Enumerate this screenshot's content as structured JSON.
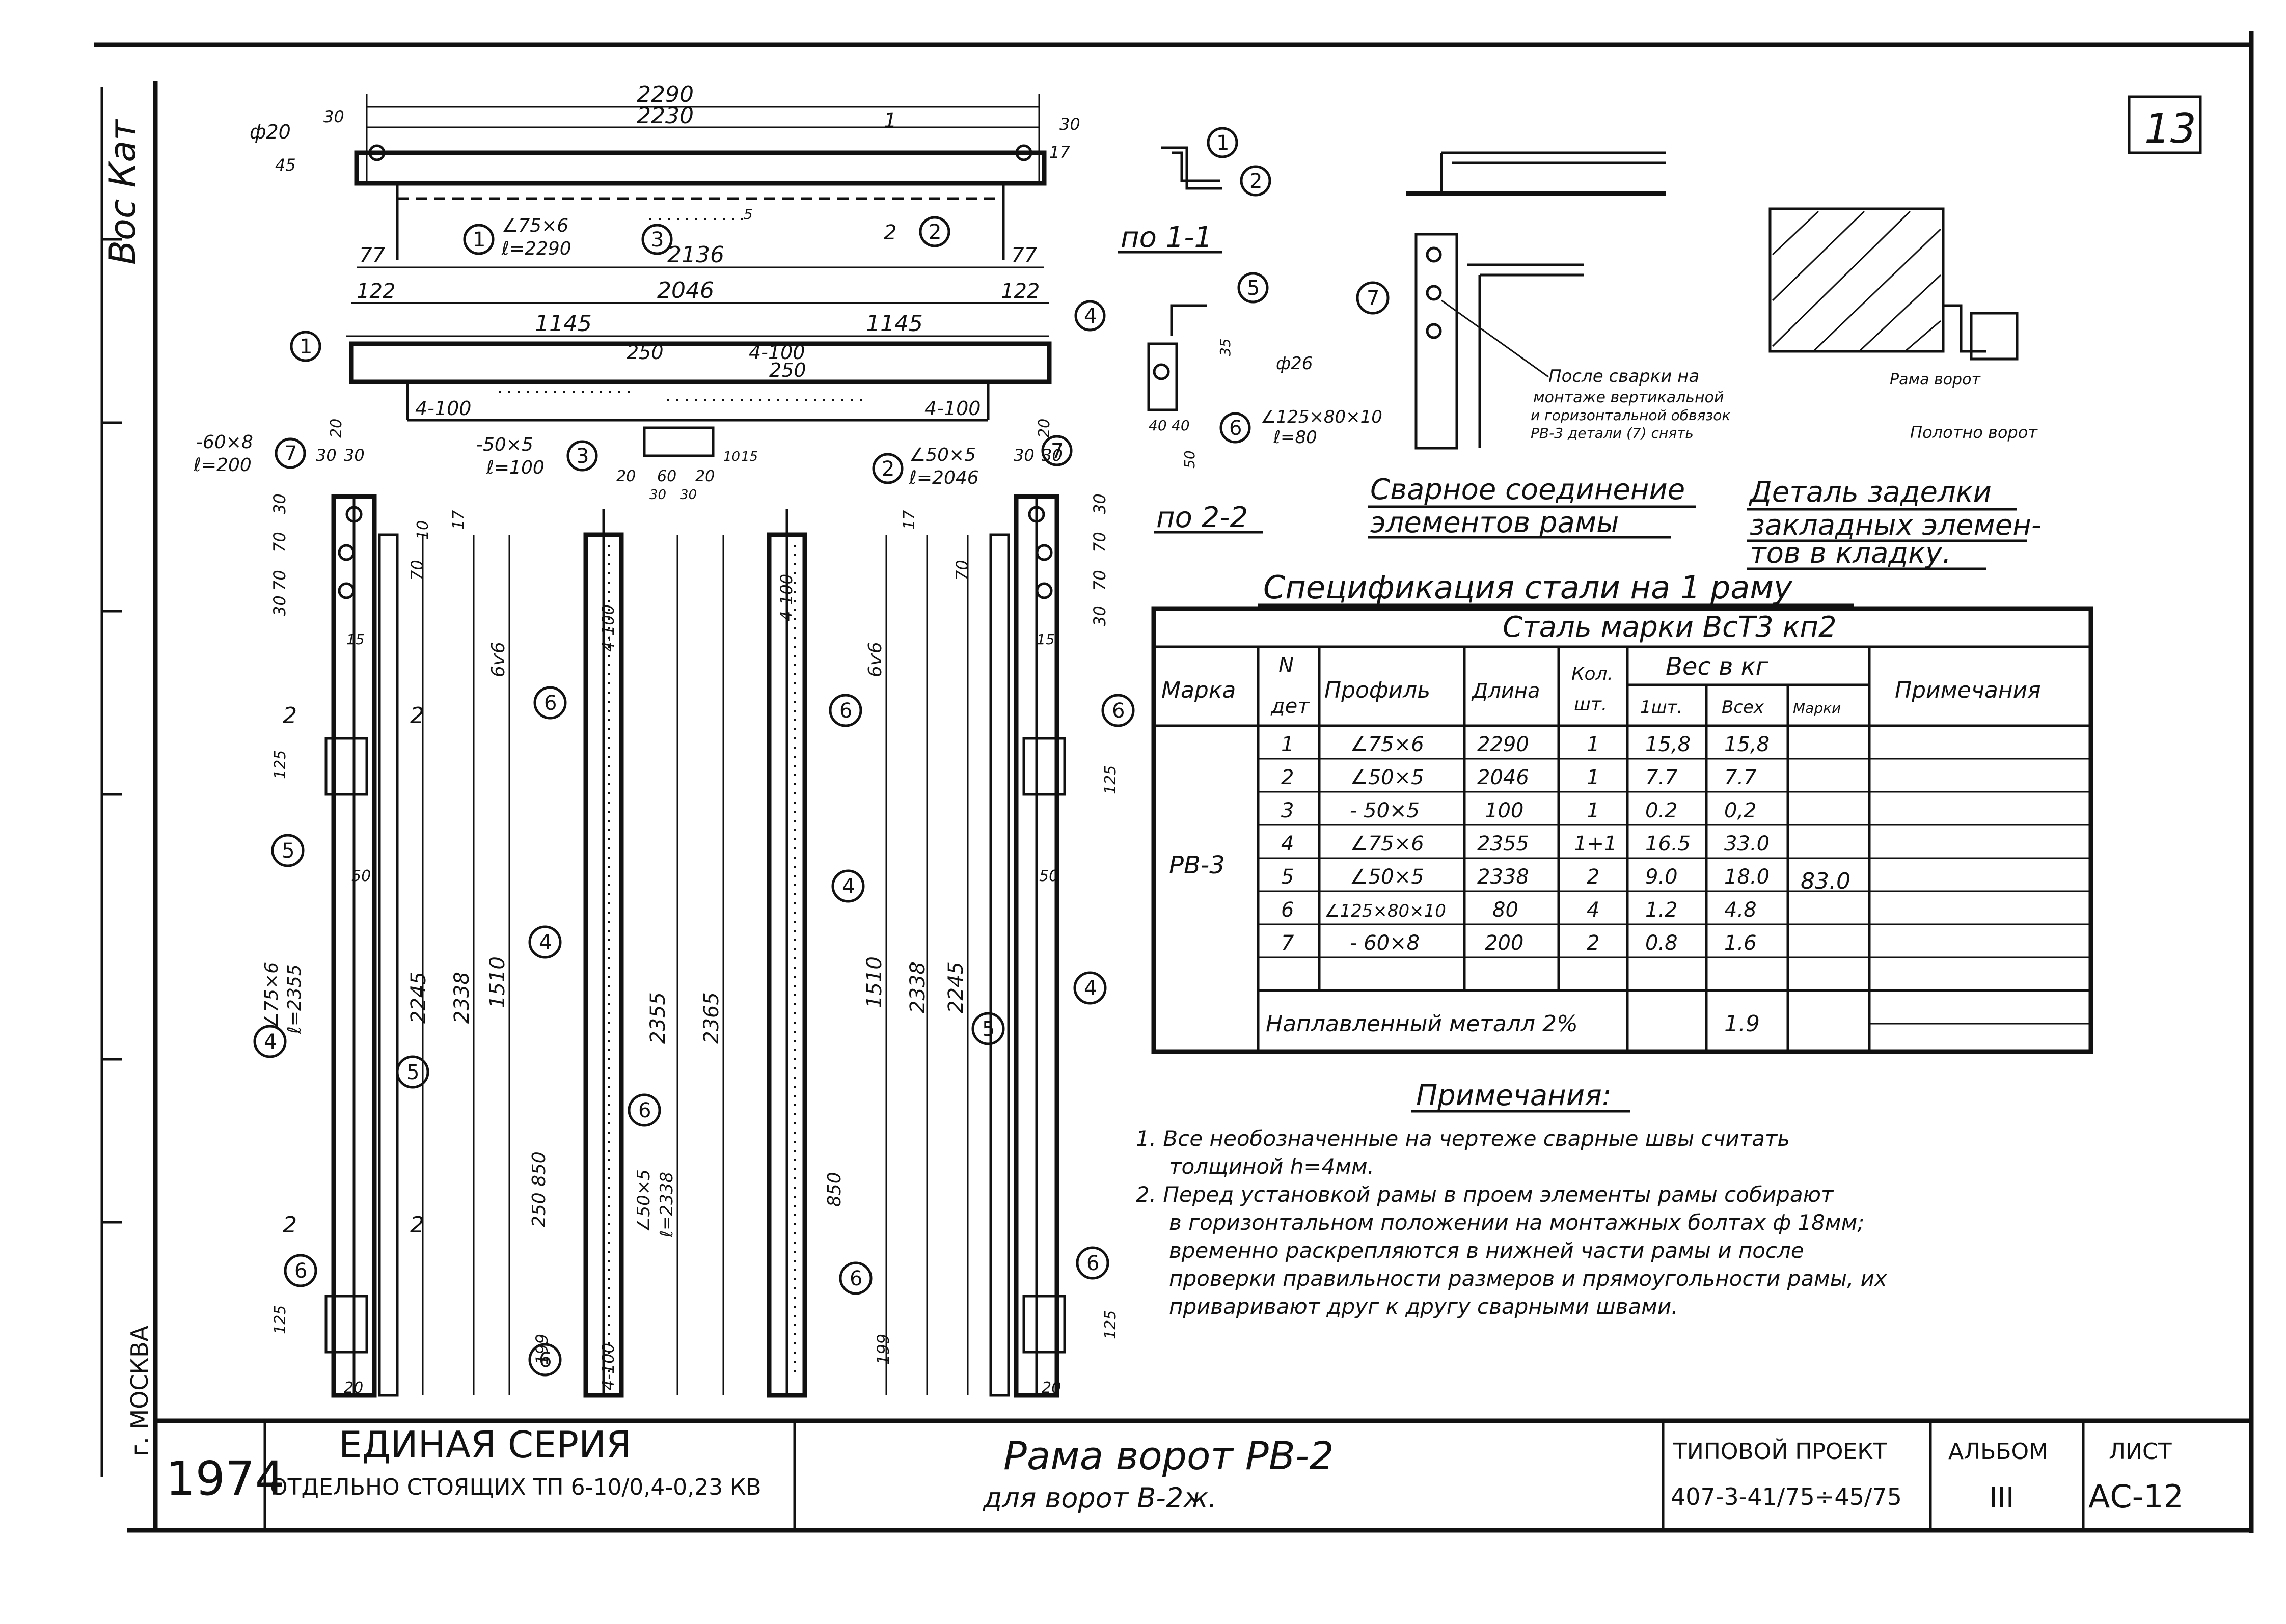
{
  "sheet": {
    "number_corner": "13",
    "left_margin_signature": "Вос Кат",
    "left_margin_city": "г. МОСКВА"
  },
  "top_view": {
    "dims": {
      "overall_top": "2290",
      "overall_second": "2230",
      "hole": "ф20",
      "edge_left": "30",
      "edge_right": "30",
      "hole_offset": "45",
      "height_mark": "17",
      "between_shoulders": "2136",
      "shoulder_left": "77",
      "shoulder_right": "77",
      "inner": "2046",
      "inner_left": "122",
      "inner_right": "122",
      "half_left": "1145",
      "half_right": "1145",
      "pitch_250_a": "250",
      "weld_4_100_a": "4-100",
      "pitch_250_b": "250",
      "weld_4_100_left": "4-100",
      "weld_4_100_right": "4-100",
      "small_5": "5"
    },
    "callouts": {
      "part1_profile": "∠75×6",
      "part1_length": "ℓ=2290",
      "part2_profile": "∠50×5",
      "part2_length": "ℓ=2046",
      "plate7_profile": "-60×8",
      "plate7_length": "ℓ=200",
      "plate3_profile": "-50×5",
      "plate3_length": "ℓ=100",
      "section_mark": "1",
      "section_mark_2": "2"
    },
    "plate_dims": [
      "20",
      "60",
      "20",
      "30",
      "30",
      "10",
      "15"
    ]
  },
  "part_numbers": [
    "1",
    "2",
    "3",
    "4",
    "5",
    "6",
    "7"
  ],
  "section_1_1": {
    "title": "по 1-1",
    "labels": [
      "1",
      "2"
    ]
  },
  "section_2_2": {
    "title": "по 2-2",
    "labels": [
      "4",
      "5",
      "6"
    ],
    "dims": {
      "hole": "ф26",
      "d35": "35",
      "d40a": "40",
      "d40b": "40",
      "d50": "50"
    },
    "part6_profile": "∠125×80×10",
    "part6_length": "ℓ=80"
  },
  "weld_detail": {
    "title_line1": "Сварное соединение",
    "title_line2": "элементов рамы",
    "note_line1": "После сварки на",
    "note_line2": "монтаже вертикальной",
    "note_line3": "и горизонтальной обвязок",
    "note_line4": "РВ-3 детали (7) снять",
    "part": "7"
  },
  "embed_detail": {
    "title_line1": "Деталь заделки",
    "title_line2": "закладных элемен-",
    "title_line3": "тов в кладку.",
    "label_frame": "Рама ворот",
    "label_leaf": "Полотно ворот"
  },
  "elevation": {
    "left_dims": {
      "d30a": "30",
      "d30b": "30",
      "d20": "20",
      "d70a": "70",
      "d70b": "70",
      "d30c": "30",
      "d10": "10",
      "d17": "17",
      "d70c": "70",
      "d15": "15",
      "d125": "125",
      "d2245": "2245",
      "d2338": "2338",
      "d1510": "1510",
      "d6v6": "6ѵ6",
      "d50": "50",
      "d125b": "125",
      "d20b": "20"
    },
    "center_dims": {
      "d2355": "2355",
      "d2365": "2365",
      "d250": "250",
      "d850": "850",
      "d199": "199",
      "w4_100": "4-100",
      "w4_100b": "4-100"
    },
    "right_dims": {
      "d30a": "30",
      "d30b": "30",
      "d20": "20",
      "d70a": "70",
      "d70b": "70",
      "d30c": "30",
      "d17": "17",
      "d70c": "70",
      "d15": "15",
      "d125": "125",
      "d2245": "2245",
      "d2338": "2338",
      "d1510": "1510",
      "d6v6": "6ѵ6",
      "d50": "50",
      "d850": "850",
      "d199": "199",
      "d125b": "125",
      "d20b": "20",
      "w4_100": "4-100"
    },
    "part4_profile": "∠75×6",
    "part4_length": "ℓ=2355",
    "part5_profile": "∠50×5",
    "part5_length": "ℓ=2338",
    "section_mark": "2"
  },
  "spec_table": {
    "title": "Спецификация стали на 1 раму",
    "steel_grade": "Сталь марки ВсТ3 кп2",
    "headers": {
      "mark": "Марка",
      "n": "N",
      "n2": "дет",
      "profile": "Профиль",
      "length": "Длина",
      "qty": "Кол.",
      "qty2": "шт.",
      "weight": "Вес в кг",
      "w_piece": "1шт.",
      "w_total": "Всех",
      "w_mark": "Марки",
      "note": "Примечания"
    },
    "mark_value": "РВ-3",
    "mark_weight": "83.0",
    "rows": [
      {
        "n": "1",
        "profile": "∠75×6",
        "length": "2290",
        "qty": "1",
        "piece": "15,8",
        "total": "15,8"
      },
      {
        "n": "2",
        "profile": "∠50×5",
        "length": "2046",
        "qty": "1",
        "piece": "7.7",
        "total": "7.7"
      },
      {
        "n": "3",
        "profile": "- 50×5",
        "length": "100",
        "qty": "1",
        "piece": "0.2",
        "total": "0,2"
      },
      {
        "n": "4",
        "profile": "∠75×6",
        "length": "2355",
        "qty": "1+1",
        "piece": "16.5",
        "total": "33.0"
      },
      {
        "n": "5",
        "profile": "∠50×5",
        "length": "2338",
        "qty": "2",
        "piece": "9.0",
        "total": "18.0"
      },
      {
        "n": "6",
        "profile": "∠125×80×10",
        "length": "80",
        "qty": "4",
        "piece": "1.2",
        "total": "4.8"
      },
      {
        "n": "7",
        "profile": "- 60×8",
        "length": "200",
        "qty": "2",
        "piece": "0.8",
        "total": "1.6"
      }
    ],
    "weld_metal_label": "Наплавленный металл 2%",
    "weld_metal_value": "1.9"
  },
  "notes": {
    "title": "Примечания:",
    "n1_line1": "1. Все необозначенные на чертеже сварные швы считать",
    "n1_line2": "толщиной h=4мм.",
    "n2_line1": "2. Перед установкой рамы в проем элементы рамы собирают",
    "n2_line2": "в горизонтальном положении на монтажных болтах ф 18мм;",
    "n2_line3": "временно раскрепляются в нижней части рамы и после",
    "n2_line4": "проверки правильности размеров и прямоугольности рамы, их",
    "n2_line5": "приваривают друг к другу сварными швами."
  },
  "title_block": {
    "year": "1974",
    "series_title": "ЕДИНАЯ СЕРИЯ",
    "series_subtitle": "ОТДЕЛЬНО СТОЯЩИХ ТП 6-10/0,4-0,23 КВ",
    "drawing_title": "Рама ворот РВ-2",
    "drawing_subtitle": "для ворот В-2ж.",
    "project_label": "ТИПОВОЙ ПРОЕКТ",
    "project_number": "407-3-41/75÷45/75",
    "album_label": "АЛЬБОМ",
    "album_value": "III",
    "sheet_label": "ЛИСТ",
    "sheet_value": "АС-12"
  }
}
